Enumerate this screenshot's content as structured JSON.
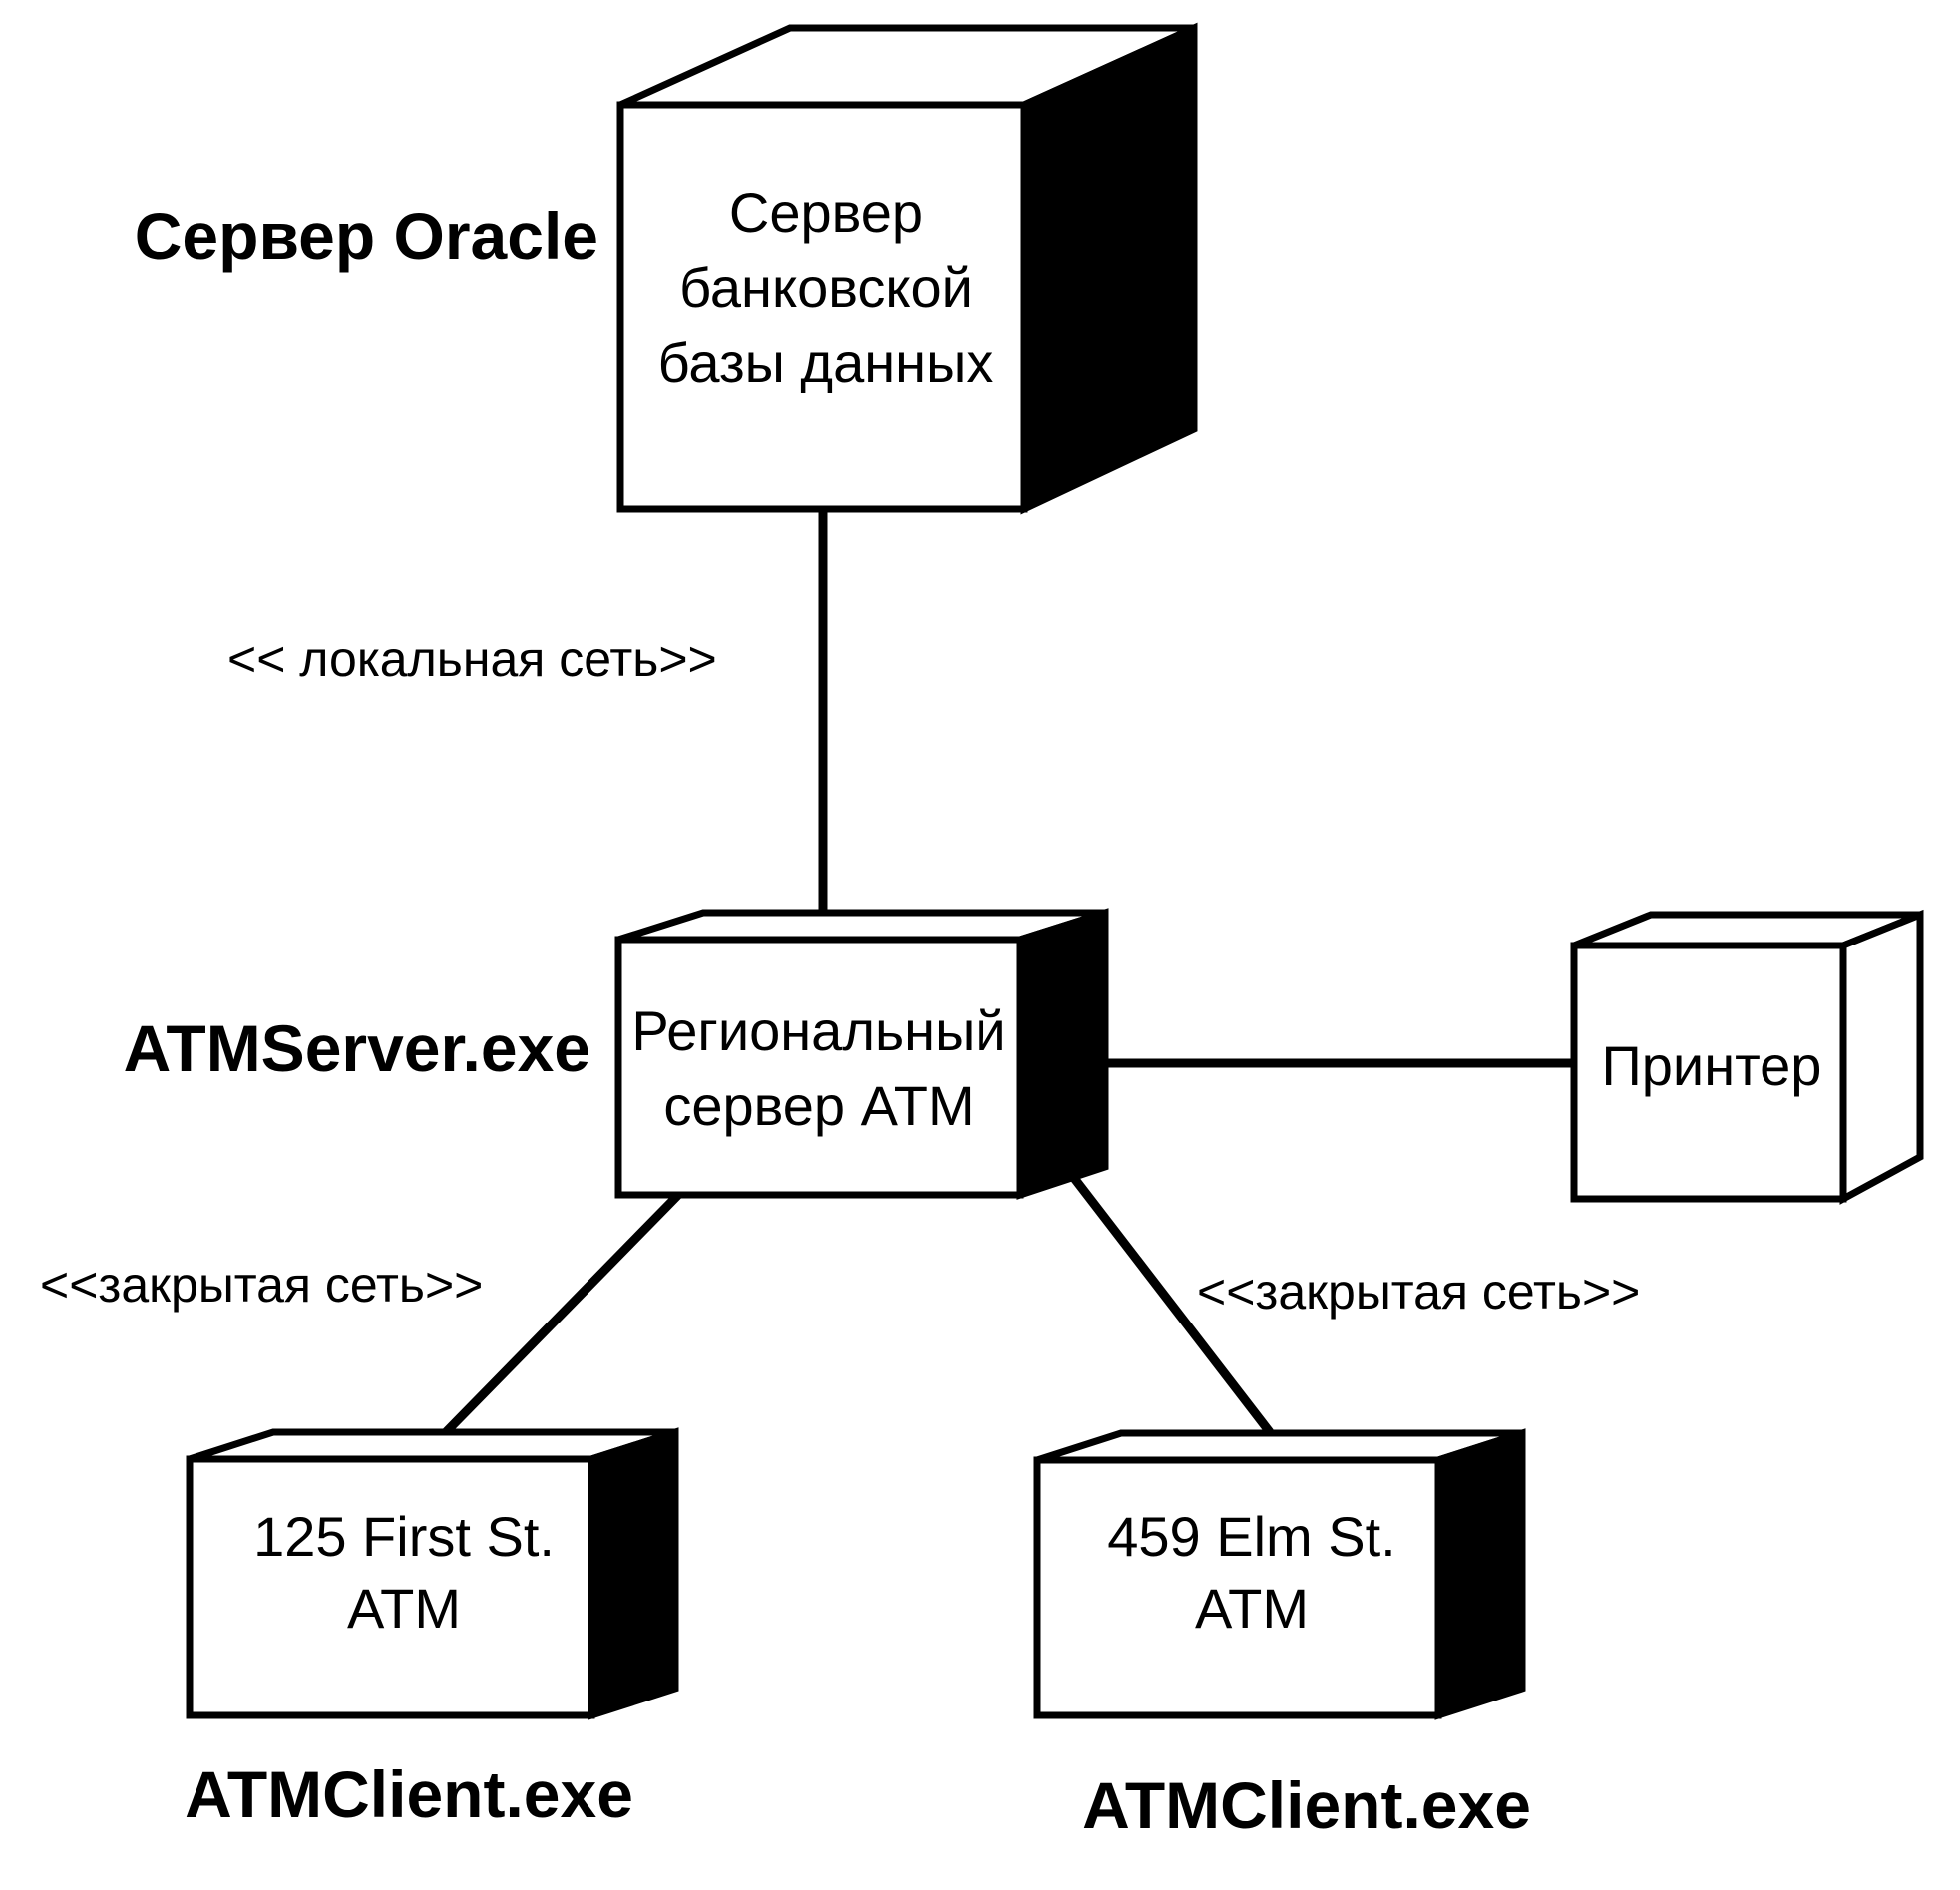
{
  "nodes": {
    "bank_db_server": {
      "lines": [
        "Сервер",
        "банковской",
        "базы данных"
      ],
      "label": "Сервер Oracle"
    },
    "regional_server": {
      "lines": [
        "Региональный",
        "сервер ATM"
      ],
      "label": "ATMServer.exe"
    },
    "printer": {
      "lines": [
        "Принтер"
      ]
    },
    "atm_first": {
      "lines": [
        "125 First St.",
        "ATM"
      ],
      "label": "ATMClient.exe"
    },
    "atm_elm": {
      "lines": [
        "459 Elm St.",
        "ATM"
      ],
      "label": "ATMClient.exe"
    }
  },
  "connections": {
    "lan": "<< локальная сеть>>",
    "private_left": "<<закрытая сеть>>",
    "private_right": "<<закрытая сеть>>"
  },
  "colors": {
    "ink": "#000000",
    "background": "#ffffff"
  }
}
